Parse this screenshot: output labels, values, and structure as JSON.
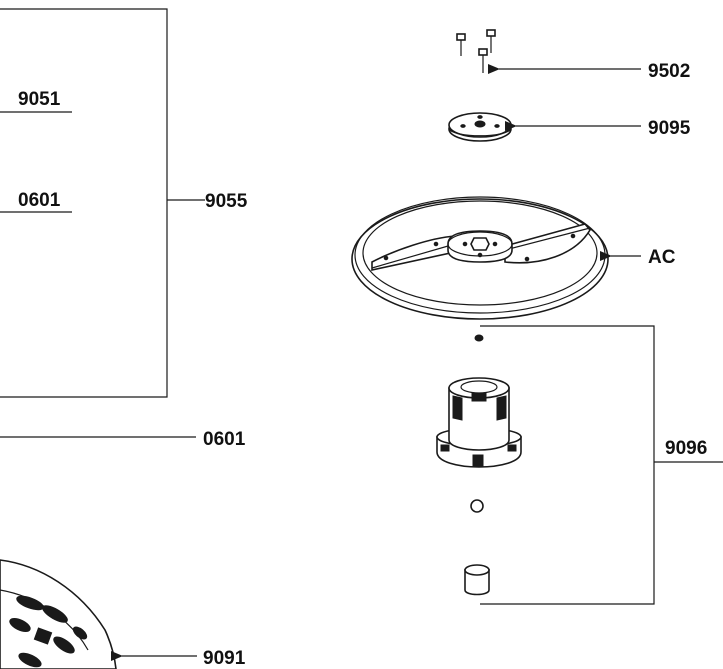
{
  "labels": {
    "part_9051": "9051",
    "part_0601_upper": "0601",
    "part_9055": "9055",
    "part_0601_lower": "0601",
    "part_9091": "9091",
    "part_9502": "9502",
    "part_9095": "9095",
    "part_ac": "AC",
    "part_9096": "9096"
  }
}
